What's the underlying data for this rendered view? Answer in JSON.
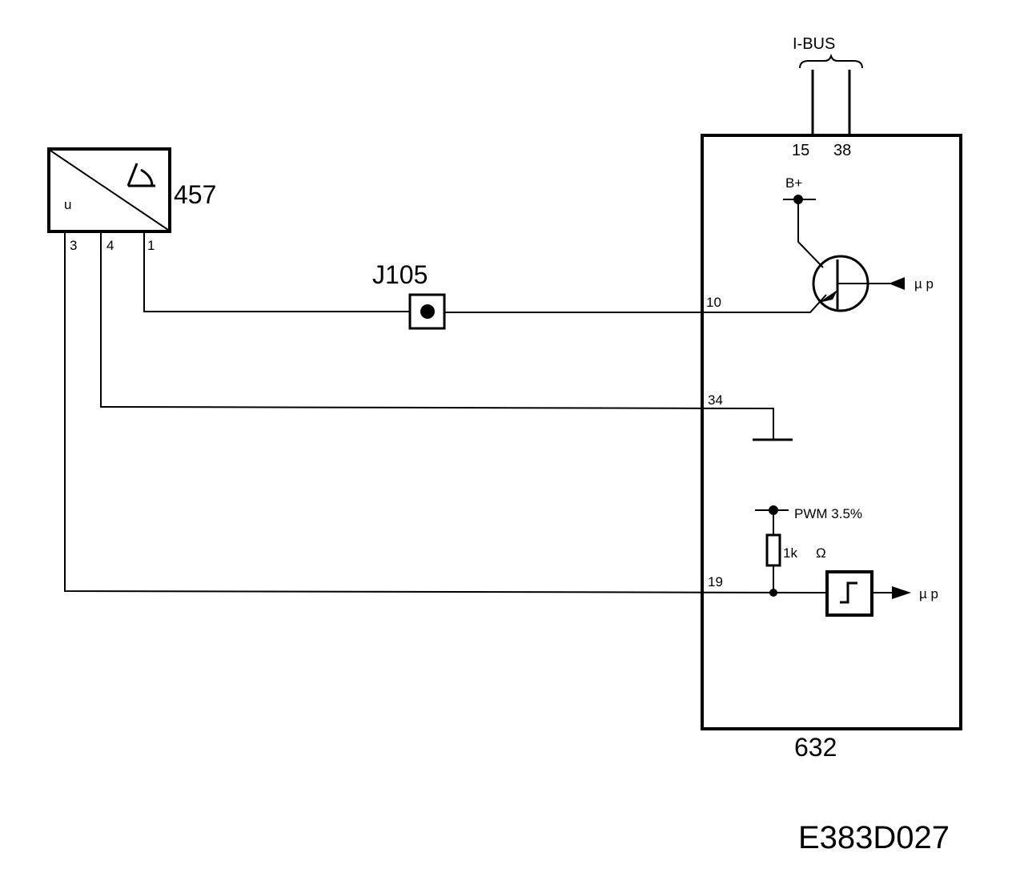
{
  "bus": {
    "label": "I-BUS"
  },
  "modules": {
    "sensor": {
      "id": "457",
      "symbol_label": "u",
      "pins": {
        "p3": "3",
        "p4": "4",
        "p1": "1"
      }
    },
    "connector": {
      "id": "J105"
    },
    "controller": {
      "id": "632",
      "pins": {
        "p15": "15",
        "p38": "38",
        "p10": "10",
        "p34": "34",
        "p19": "19"
      },
      "supply_label": "B+",
      "mp_label_top": "µ p",
      "pwm_label": "PWM 3.5%",
      "resistor_label": "1k",
      "ohm_label": "Ω",
      "mp_label_bottom": "µ p"
    }
  },
  "figure_code": "E383D027"
}
